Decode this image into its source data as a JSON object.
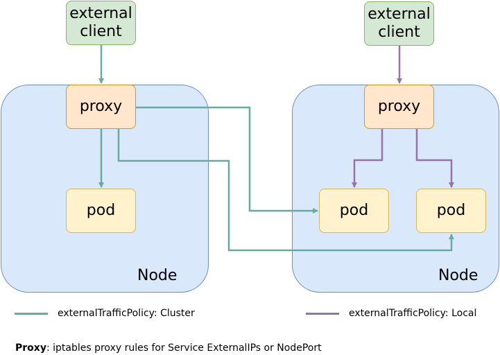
{
  "colors": {
    "cluster": "#67ab9f",
    "local": "#9673a6"
  },
  "clients": [
    {
      "label": "external\nclient"
    },
    {
      "label": "external\nclient"
    }
  ],
  "nodes": [
    {
      "label": "Node",
      "proxy": "proxy",
      "pods": [
        "pod"
      ]
    },
    {
      "label": "Node",
      "proxy": "proxy",
      "pods": [
        "pod",
        "pod"
      ]
    }
  ],
  "legend": {
    "cluster": "externalTrafficPolicy: Cluster",
    "local": "externalTrafficPolicy: Local"
  },
  "footnote": {
    "term": "Proxy",
    "text": ": iptables proxy rules for Service ExternalIPs or NodePort"
  }
}
